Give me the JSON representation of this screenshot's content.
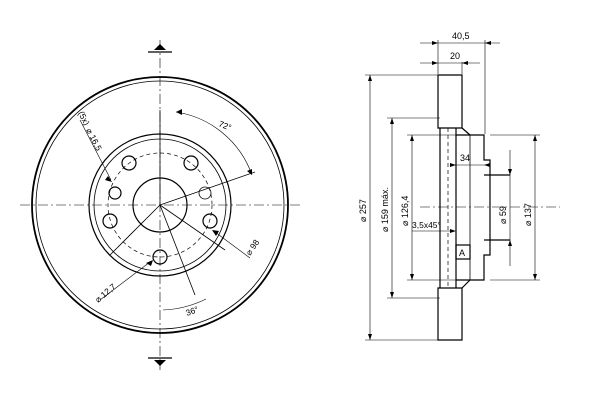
{
  "front_view": {
    "hole_count_label": "(5x)",
    "hole_diameter_label": "⌀ 16,5",
    "pitch_angle_label": "72°",
    "pcd_label": "⌀ 98",
    "center_hole_label": "⌀ 12,7",
    "offset_angle_label": "36°"
  },
  "side_view": {
    "total_width_label": "40,5",
    "disc_thickness_label": "20",
    "outer_diameter_label": "⌀ 257",
    "friction_max_label": "⌀ 159 máx.",
    "inner_hat_label": "⌀ 126,4",
    "hat_height_label": "34",
    "chamfer_label": "3,5x45°",
    "center_bore_label": "⌀ 59",
    "hat_outer_label": "⌀ 137",
    "datum_label": "A"
  }
}
